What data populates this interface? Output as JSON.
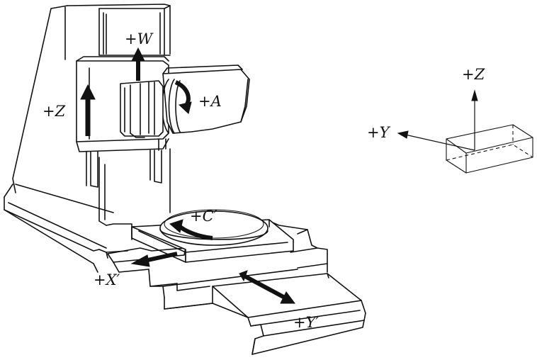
{
  "labels": {
    "w": "+W",
    "z_machine": "+Z",
    "a": "+A",
    "c_prime": "+C′",
    "x_prime": "+X′",
    "y_prime": "+Y′",
    "z_ref": "+Z",
    "y_ref": "+Y"
  },
  "colors": {
    "ink": "#111111",
    "background": "#ffffff"
  }
}
